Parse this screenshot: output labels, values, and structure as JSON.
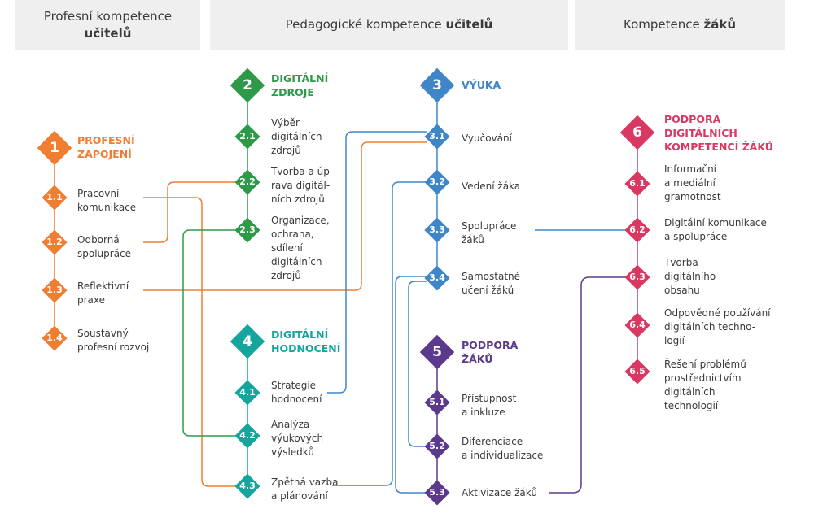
{
  "headers": {
    "professional": {
      "line1": "Profesní kompetence",
      "line2": "učitelů"
    },
    "pedagogical": {
      "text": "Pedagogické kompetence ",
      "bold": "učitelů"
    },
    "learners": {
      "text": "Kompetence ",
      "bold": "žáků"
    }
  },
  "colors": {
    "orange": "#ef7e32",
    "green": "#2e9a49",
    "blue": "#3f86c8",
    "teal": "#15a59d",
    "purple": "#5b3a8e",
    "red": "#d93863"
  },
  "areas": [
    {
      "num": "1",
      "title1": "PROFESNÍ",
      "title2": "ZAPOJENÍ",
      "title3": "",
      "items": [
        {
          "num": "1.1",
          "l1": "Pracovní",
          "l2": "komunikace",
          "l3": "",
          "l4": ""
        },
        {
          "num": "1.2",
          "l1": "Odborná",
          "l2": "spolupráce",
          "l3": "",
          "l4": ""
        },
        {
          "num": "1.3",
          "l1": "Reflektivní",
          "l2": "praxe",
          "l3": "",
          "l4": ""
        },
        {
          "num": "1.4",
          "l1": "Soustavný",
          "l2": "profesní rozvoj",
          "l3": "",
          "l4": ""
        }
      ]
    },
    {
      "num": "2",
      "title1": "DIGITÁLNÍ",
      "title2": "ZDROJE",
      "title3": "",
      "items": [
        {
          "num": "2.1",
          "l1": "Výběr",
          "l2": "digitálních",
          "l3": "zdrojů",
          "l4": ""
        },
        {
          "num": "2.2",
          "l1": "Tvorba a úp-",
          "l2": "rava digitál-",
          "l3": "ních zdrojů",
          "l4": ""
        },
        {
          "num": "2.3",
          "l1": "Organizace,",
          "l2": "ochrana,",
          "l3": "sdílení",
          "l4": "digitálních",
          "l5": "zdrojů"
        }
      ]
    },
    {
      "num": "3",
      "title1": "VÝUKA",
      "title2": "",
      "title3": "",
      "items": [
        {
          "num": "3.1",
          "l1": "Vyučování",
          "l2": "",
          "l3": "",
          "l4": ""
        },
        {
          "num": "3.2",
          "l1": "Vedení žáka",
          "l2": "",
          "l3": "",
          "l4": ""
        },
        {
          "num": "3.3",
          "l1": "Spolupráce",
          "l2": "žáků",
          "l3": "",
          "l4": ""
        },
        {
          "num": "3.4",
          "l1": "Samostatné",
          "l2": "učení žáků",
          "l3": "",
          "l4": ""
        }
      ]
    },
    {
      "num": "4",
      "title1": "DIGITÁLNÍ",
      "title2": "HODNOCENÍ",
      "title3": "",
      "items": [
        {
          "num": "4.1",
          "l1": "Strategie",
          "l2": "hodnocení",
          "l3": "",
          "l4": ""
        },
        {
          "num": "4.2",
          "l1": "Analýza",
          "l2": "výukových",
          "l3": "výsledků",
          "l4": ""
        },
        {
          "num": "4.3",
          "l1": "Zpětná vazba",
          "l2": "a plánování",
          "l3": "",
          "l4": ""
        }
      ]
    },
    {
      "num": "5",
      "title1": "PODPORA",
      "title2": "ŽÁKŮ",
      "title3": "",
      "items": [
        {
          "num": "5.1",
          "l1": "Přístupnost",
          "l2": "a inkluze",
          "l3": "",
          "l4": ""
        },
        {
          "num": "5.2",
          "l1": "Diferenciace",
          "l2": "a individualizace",
          "l3": "",
          "l4": ""
        },
        {
          "num": "5.3",
          "l1": "Aktivizace žáků",
          "l2": "",
          "l3": "",
          "l4": ""
        }
      ]
    },
    {
      "num": "6",
      "title1": "PODPORA",
      "title2": "DIGITÁLNÍCH",
      "title3": "KOMPETENCÍ ŽÁKŮ",
      "items": [
        {
          "num": "6.1",
          "l1": "Informační",
          "l2": "a mediální",
          "l3": "gramotnost",
          "l4": ""
        },
        {
          "num": "6.2",
          "l1": "Digitální komunikace",
          "l2": "a spolupráce",
          "l3": "",
          "l4": ""
        },
        {
          "num": "6.3",
          "l1": "Tvorba",
          "l2": "digitálního",
          "l3": "obsahu",
          "l4": ""
        },
        {
          "num": "6.4",
          "l1": "Odpovědné používání",
          "l2": "digitálních techno-",
          "l3": "logií",
          "l4": ""
        },
        {
          "num": "6.5",
          "l1": "Řešení problémů",
          "l2": "prostřednictvím",
          "l3": "digitálních",
          "l4": "technologií"
        }
      ]
    }
  ]
}
